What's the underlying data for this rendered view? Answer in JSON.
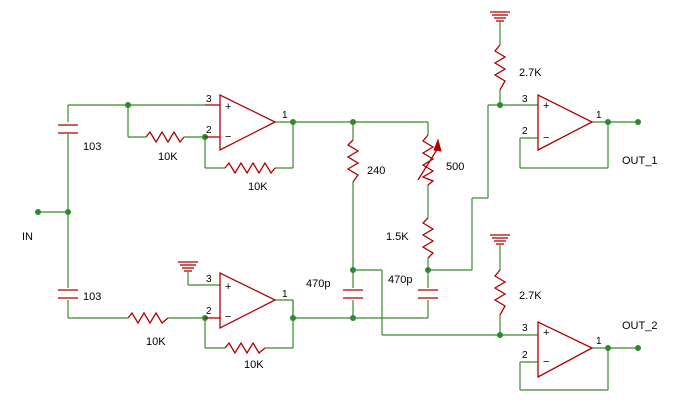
{
  "labels": {
    "input": "IN",
    "out1": "OUT_1",
    "out2": "OUT_2"
  },
  "values": {
    "c_top": "103",
    "c_bot": "103",
    "r_fb_top_in": "10K",
    "r_fb_top": "10K",
    "r_in_bot": "10K",
    "r_fb_bot": "10K",
    "r_240": "240",
    "r_var": "500",
    "r_1k5": "1.5K",
    "c_470_a": "470p",
    "c_470_b": "470p",
    "r_pu1": "2.7K",
    "r_pu2": "2.7K"
  },
  "pins": {
    "noninv": "3",
    "inv": "2",
    "out": "1"
  },
  "symbols": {
    "plus": "+",
    "minus": "−"
  },
  "colors": {
    "wire": "#3a8a2f",
    "component": "#b00000",
    "node": "#2d8a2a"
  }
}
